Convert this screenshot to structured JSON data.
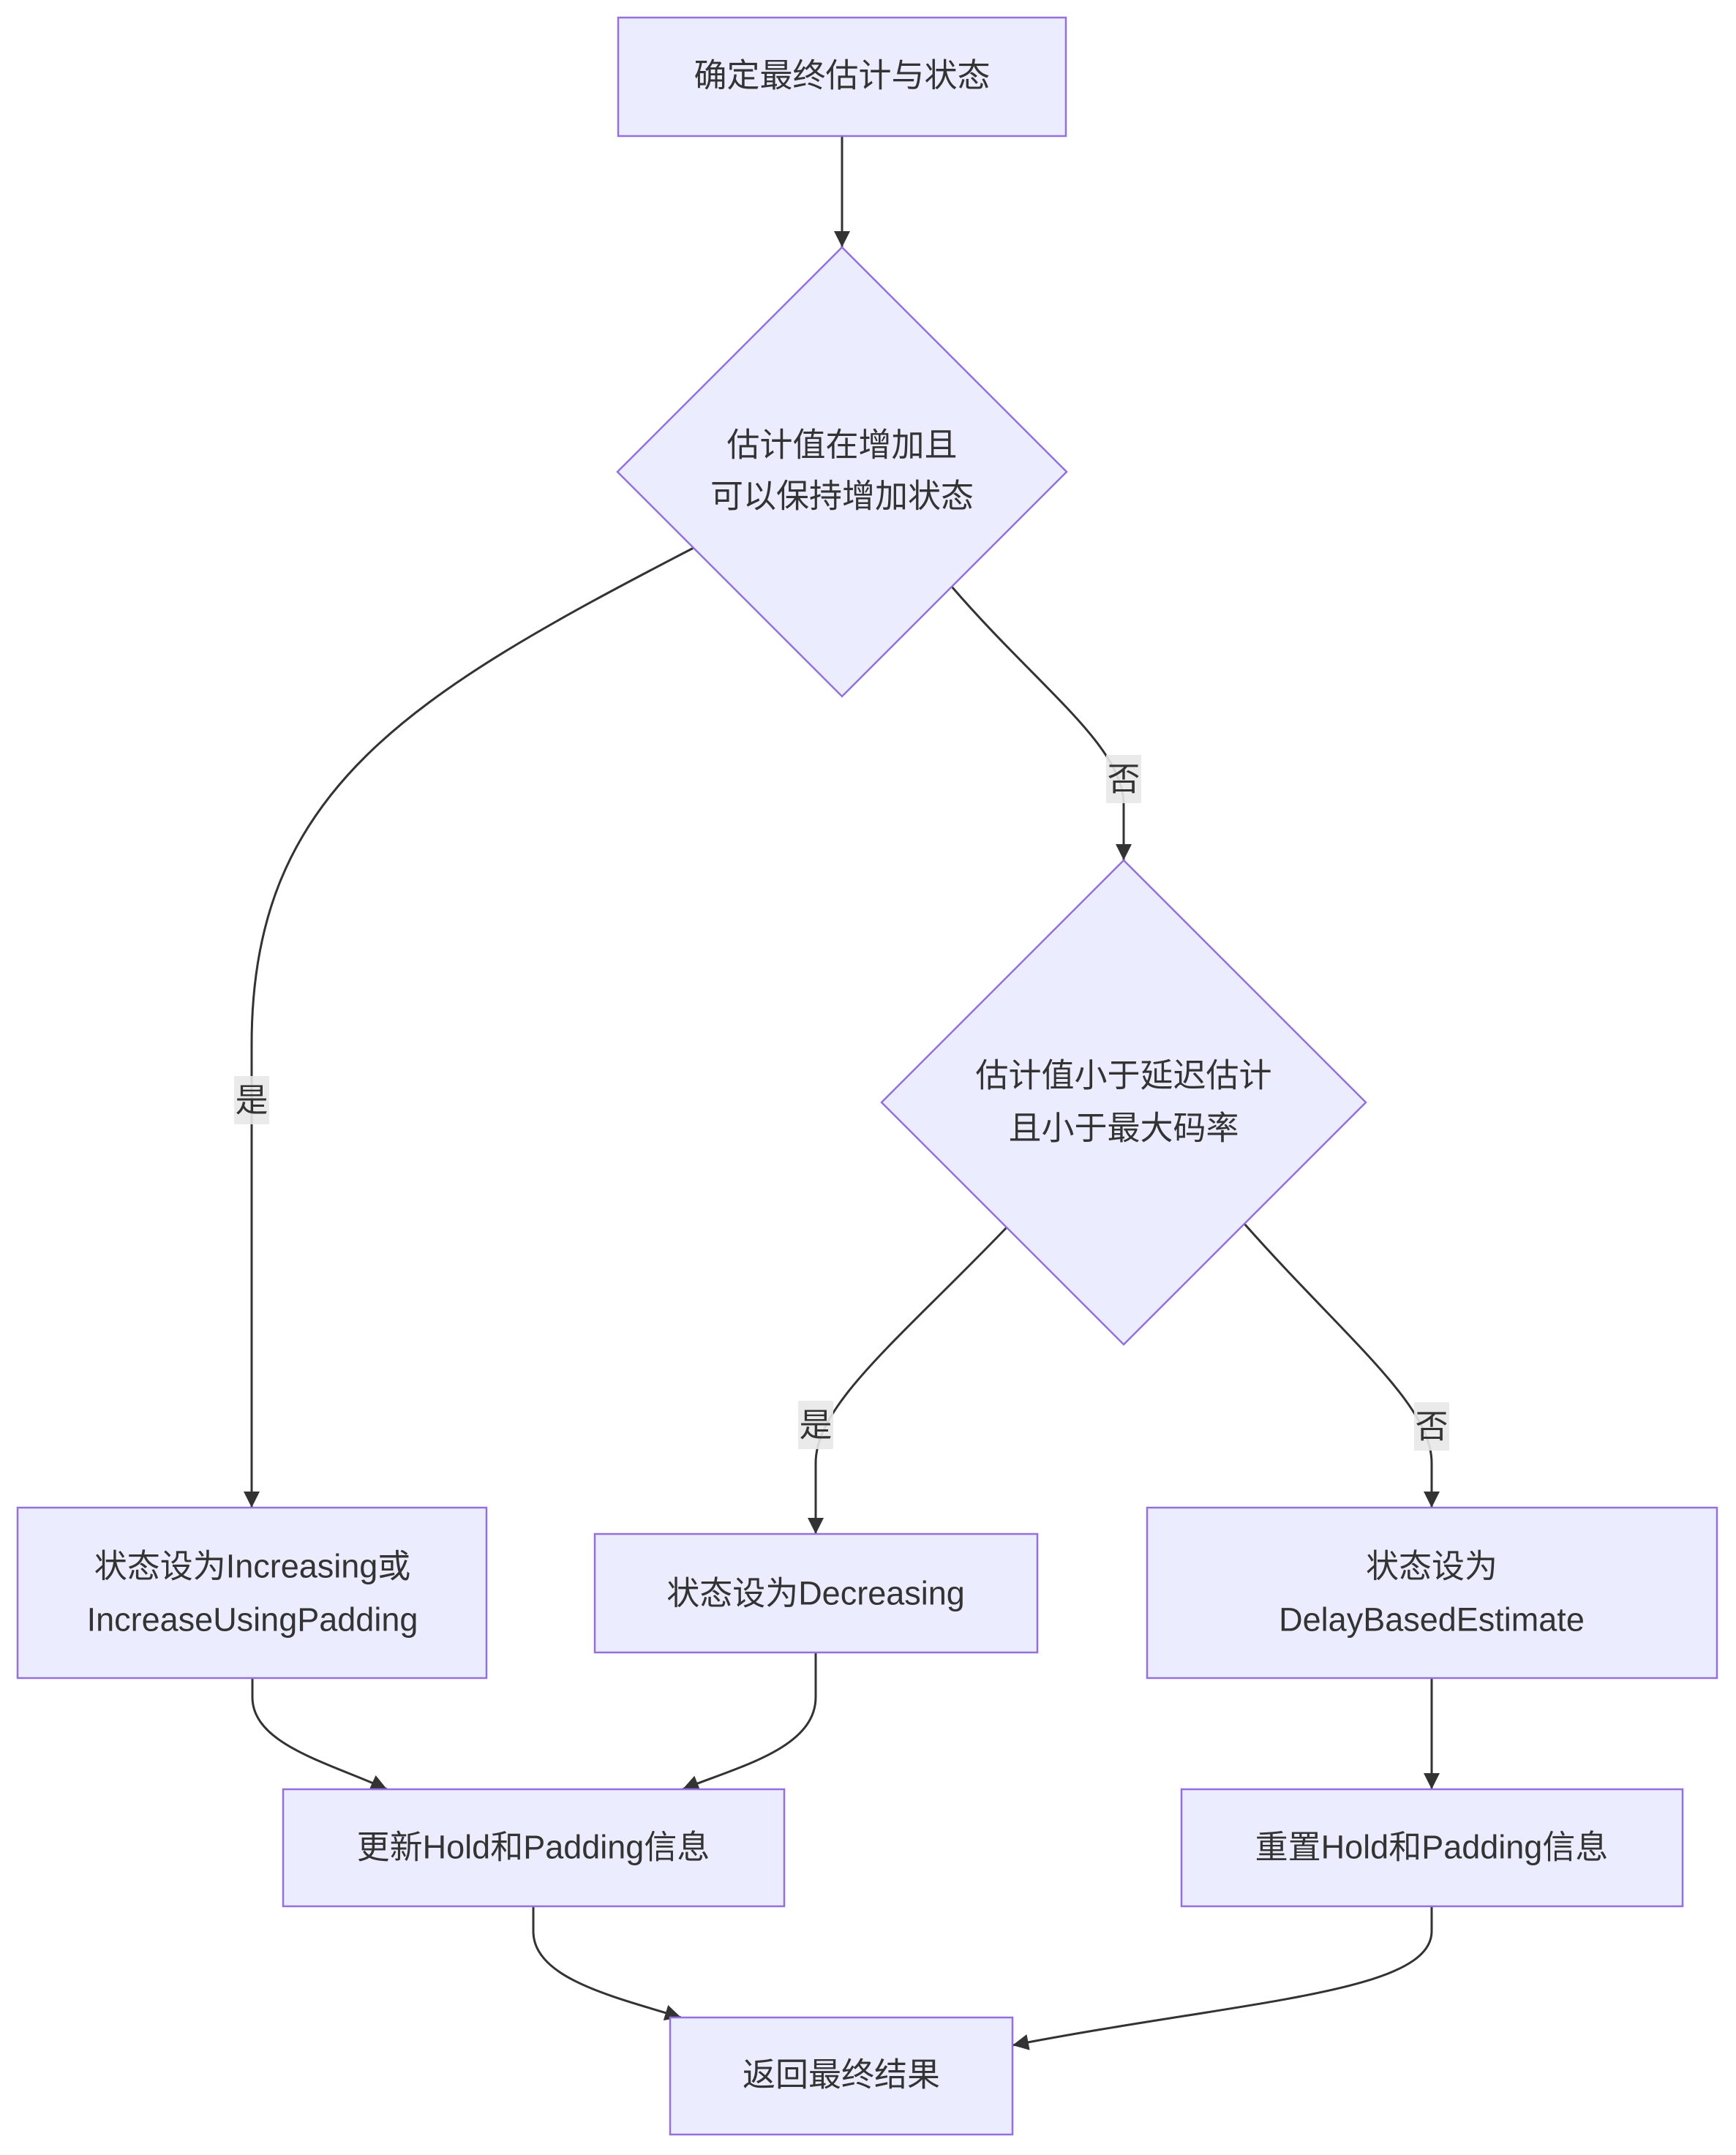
{
  "nodes": {
    "start": {
      "lines": [
        "确定最终估计与状态"
      ]
    },
    "check_increase": {
      "lines": [
        "估计值在增加且",
        "可以保持增加状态"
      ]
    },
    "check_delay": {
      "lines": [
        "估计值小于延迟估计",
        "且小于最大码率"
      ]
    },
    "set_increasing": {
      "lines": [
        "状态设为Increasing或",
        "IncreaseUsingPadding"
      ]
    },
    "set_decreasing": {
      "lines": [
        "状态设为Decreasing"
      ]
    },
    "set_delay_based": {
      "lines": [
        "状态设为",
        "DelayBasedEstimate"
      ]
    },
    "update_hold": {
      "lines": [
        "更新Hold和Padding信息"
      ]
    },
    "reset_hold": {
      "lines": [
        "重置Hold和Padding信息"
      ]
    },
    "return_result": {
      "lines": [
        "返回最终结果"
      ]
    }
  },
  "edge_labels": {
    "increase_yes": "是",
    "increase_no": "否",
    "delay_yes": "是",
    "delay_no": "否"
  },
  "colors": {
    "node_fill": "#ECECFF",
    "node_stroke": "#9370DB",
    "edge": "#333333",
    "text": "#333333",
    "label_bg": "#E8E8E8",
    "background": "#FFFFFF"
  }
}
